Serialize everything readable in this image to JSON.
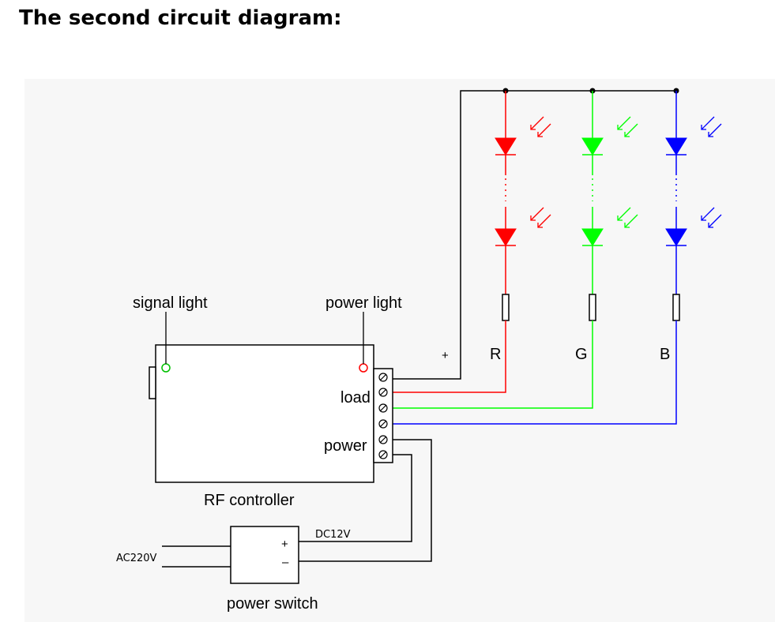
{
  "heading": "The second circuit diagram:",
  "diagram": {
    "controller": {
      "name": "RF controller",
      "signal_light": "signal light",
      "power_light": "power light",
      "load_label": "load",
      "power_label": "power"
    },
    "channels": [
      {
        "label": "R",
        "color": "#ff0000"
      },
      {
        "label": "G",
        "color": "#00ff00"
      },
      {
        "label": "B",
        "color": "#0000ff"
      }
    ],
    "plus_label": "+",
    "supply": {
      "name": "power switch",
      "input_label": "AC220V",
      "output_label": "DC12V",
      "plus": "+",
      "minus": "–"
    },
    "colors": {
      "background": "#f7f7f7",
      "red": "#ff0000",
      "green": "#00ff00",
      "blue": "#0000ff",
      "wire": "#000000"
    }
  }
}
